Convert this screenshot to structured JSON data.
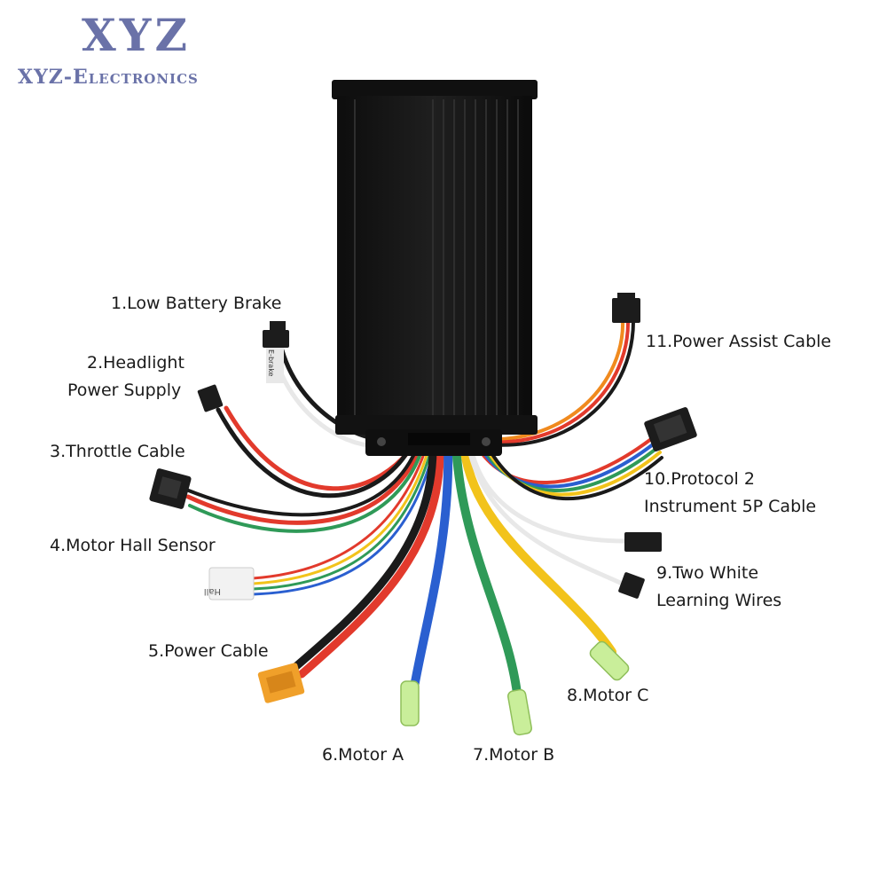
{
  "logo": {
    "main": "XYZ",
    "sub": "XYZ-Electronics"
  },
  "labels": {
    "l1": "1.Low Battery Brake",
    "l2_line1": "2.Headlight",
    "l2_line2": "Power Supply",
    "l3": "3.Throttle Cable",
    "l4": "4.Motor Hall Sensor",
    "l5": "5.Power Cable",
    "l6": "6.Motor A",
    "l7": "7.Motor B",
    "l8": "8.Motor C",
    "l9_line1": "9.Two White",
    "l9_line2": "Learning Wires",
    "l10_line1": "10.Protocol 2",
    "l10_line2": "Instrument 5P Cable",
    "l11": "11.Power Assist Cable"
  },
  "connector_text": {
    "hall": "Hall",
    "brake": "E-brake"
  },
  "colors": {
    "logo": "#6a72a8",
    "housing": "#161616",
    "red": "#e23a2c",
    "blue": "#2a5fd0",
    "green": "#2f9a58",
    "yellow": "#f2c31b",
    "orange": "#f08a1e",
    "white": "#e8e8e8",
    "connector": "#1c1c1c",
    "xt60": "#f0a02a",
    "terminal": "#c9ee9a"
  }
}
